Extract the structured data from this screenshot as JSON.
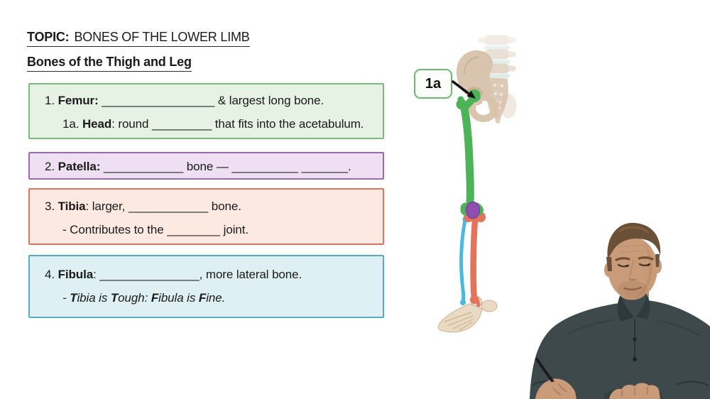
{
  "page": {
    "background": "#ffffff"
  },
  "header": {
    "topic_label": "TOPIC:",
    "topic_title": "BONES OF THE LOWER LIMB",
    "subtitle": "Bones of the Thigh and Leg"
  },
  "notes": {
    "boxes": [
      {
        "name": "femur",
        "bg": "#e6f2e3",
        "border": "#7cb97e",
        "lines": [
          [
            {
              "t": "1. "
            },
            {
              "t": "Femur:",
              "b": true
            },
            {
              "t": " _________________ & largest long bone."
            }
          ],
          [
            {
              "t": "1a. "
            },
            {
              "t": "Head",
              "b": true
            },
            {
              "t": ": round _________ that fits into the acetabulum."
            }
          ]
        ]
      },
      {
        "name": "patella",
        "bg": "#eee0f2",
        "border": "#9c6bad",
        "lines": [
          [
            {
              "t": "2. "
            },
            {
              "t": "Patella:",
              "b": true
            },
            {
              "t": " ____________ bone — __________ _______."
            }
          ]
        ]
      },
      {
        "name": "tibia",
        "bg": "#fce9e2",
        "border": "#e2735c",
        "lines": [
          [
            {
              "t": "3. "
            },
            {
              "t": "Tibia",
              "b": true
            },
            {
              "t": ": larger, ____________ bone."
            }
          ],
          [
            {
              "t": "- Contributes to the ________ joint."
            }
          ]
        ]
      },
      {
        "name": "fibula",
        "bg": "#def0f3",
        "border": "#5aabc0",
        "lines": [
          [
            {
              "t": "4. "
            },
            {
              "t": "Fibula",
              "b": true
            },
            {
              "t": ": _______________, more lateral bone."
            }
          ],
          [
            {
              "t": "- ",
              "i": true
            },
            {
              "t": "T",
              "b": true,
              "i": true
            },
            {
              "t": "ibia is ",
              "i": true
            },
            {
              "t": "T",
              "b": true,
              "i": true
            },
            {
              "t": "ough: ",
              "i": true
            },
            {
              "t": "F",
              "b": true,
              "i": true
            },
            {
              "t": "ibula is ",
              "i": true
            },
            {
              "t": "F",
              "b": true,
              "i": true
            },
            {
              "t": "ine",
              "i": true
            },
            {
              "t": ".",
              "i": true
            }
          ]
        ]
      }
    ]
  },
  "figure": {
    "callout_label": "1a",
    "callout_border": "#6cb96c",
    "colors": {
      "femur": "#4cb456",
      "patella": "#8e4fad",
      "tibia": "#e4735c",
      "fibula": "#4cb9dc",
      "pelvis": "#d8c3ac",
      "disc": "#d4e3e0",
      "foot": "#ead9c3",
      "arrow": "#111111"
    }
  },
  "presenter": {
    "shirt": "#3d494b",
    "skin": "#c99b79",
    "hair": "#6b5038"
  }
}
